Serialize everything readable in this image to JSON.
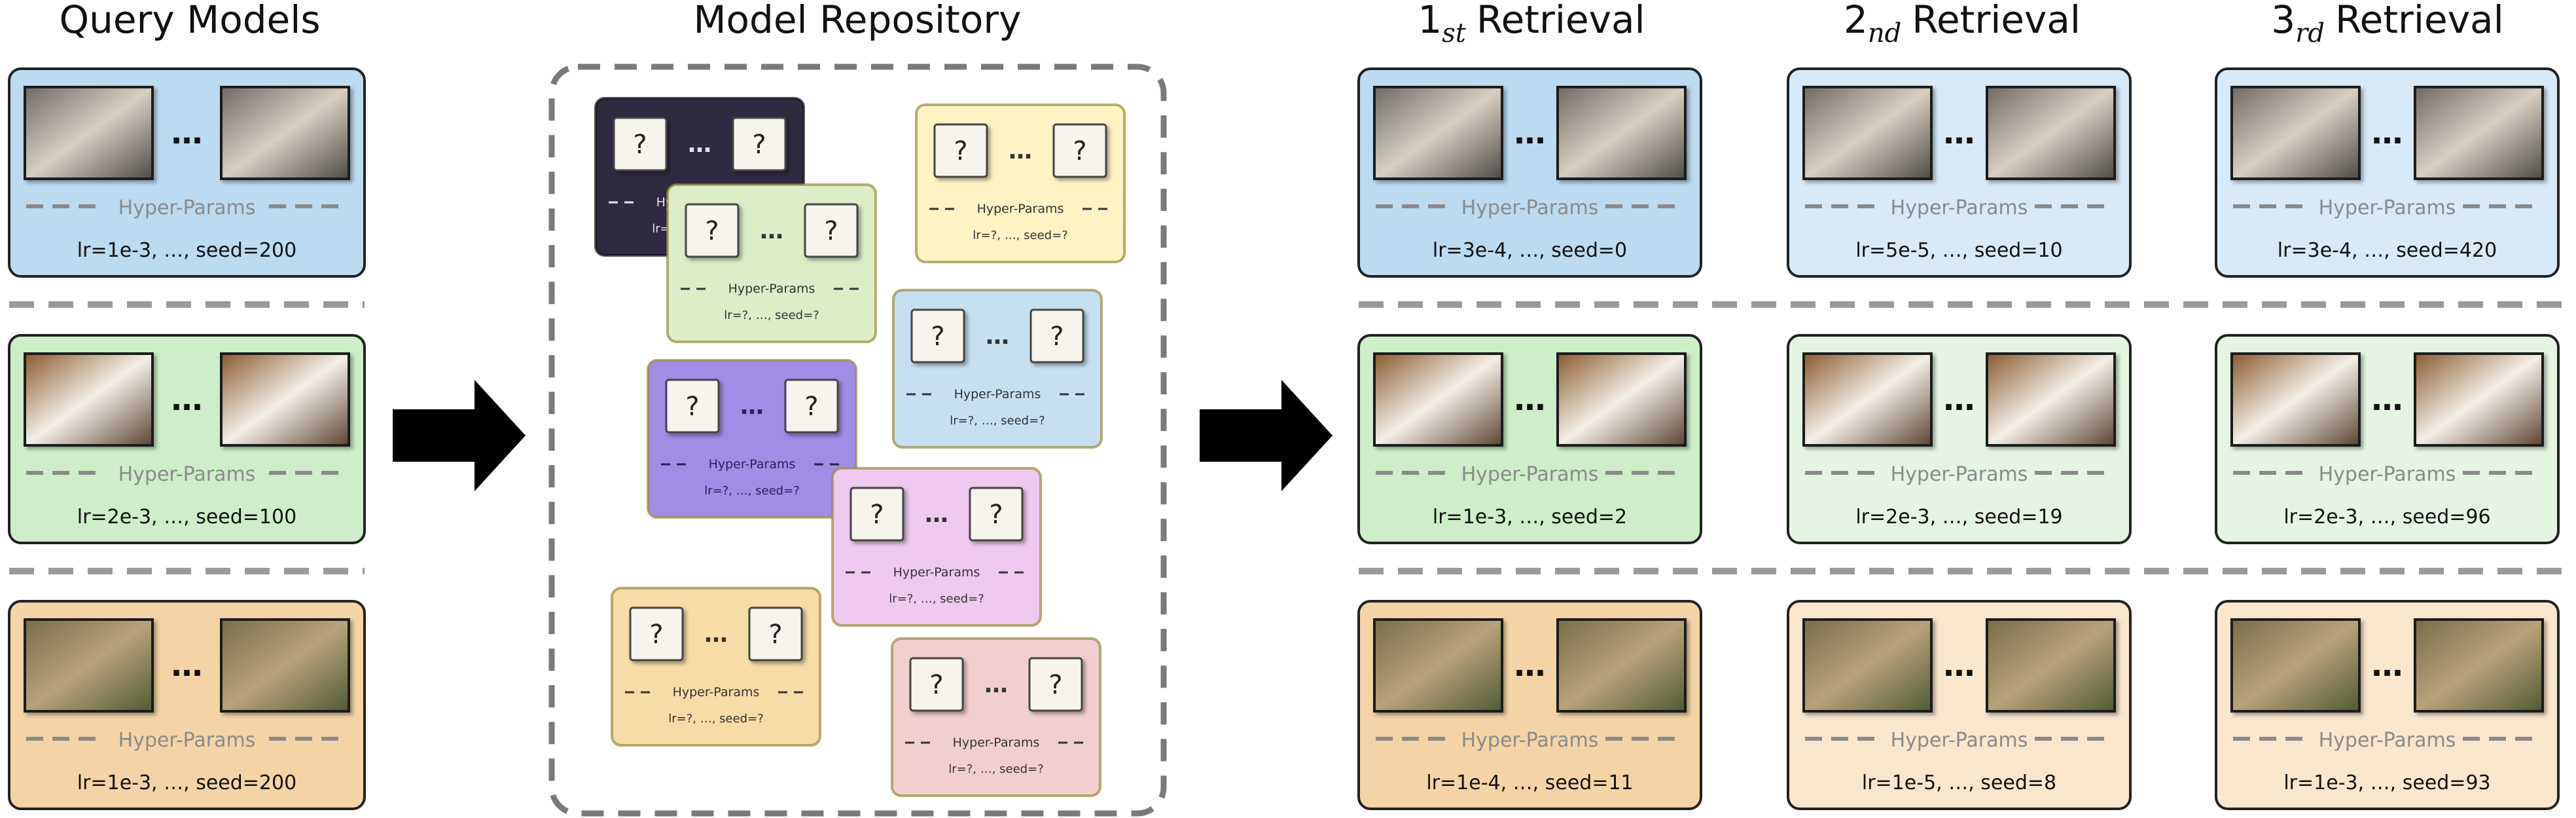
{
  "headers": {
    "query": "Query Models",
    "repo": "Model Repository",
    "r1_num": "1",
    "r1_sub": "st",
    "r1_word": "Retrieval",
    "r2_num": "2",
    "r2_sub": "nd",
    "r2_word": "Retrieval",
    "r3_num": "3",
    "r3_sub": "rd",
    "r3_word": "Retrieval"
  },
  "hyper_label": "Hyper-Params",
  "ellipsis": "…",
  "unknown_mark": "?",
  "colors": {
    "cat": "#bcdaf0",
    "dog": "#cdeec8",
    "coyote": "#f4d4a6",
    "cat_light": "#d8eaf7",
    "dog_light": "#e4f6e1",
    "coyote_light": "#f9e6cd",
    "repo_dark": "#2e2a3f",
    "repo_green": "#dcedc8",
    "repo_yellow": "#fff3c4",
    "repo_blue": "#c6e0f2",
    "repo_purple": "#a18ce6",
    "repo_pink": "#efc9ef",
    "repo_orange": "#f6dca6",
    "repo_red": "#f2cfcf"
  },
  "query_models": [
    {
      "cls": "cat",
      "config": "lr=1e-3, …, seed=200"
    },
    {
      "cls": "dog",
      "config": "lr=2e-3, …, seed=100"
    },
    {
      "cls": "coyote",
      "config": "lr=1e-3, …, seed=200"
    }
  ],
  "repository": [
    {
      "color": "repo_dark",
      "config": "lr=?, …, seed=?"
    },
    {
      "color": "repo_green",
      "config": "lr=?, …, seed=?"
    },
    {
      "color": "repo_yellow",
      "config": "lr=?, …, seed=?"
    },
    {
      "color": "repo_blue",
      "config": "lr=?, …, seed=?"
    },
    {
      "color": "repo_purple",
      "config": "lr=?, …, seed=?"
    },
    {
      "color": "repo_pink",
      "config": "lr=?, …, seed=?"
    },
    {
      "color": "repo_orange",
      "config": "lr=?, …, seed=?"
    },
    {
      "color": "repo_red",
      "config": "lr=?, …, seed=?"
    }
  ],
  "retrievals": [
    [
      {
        "cls": "cat",
        "config": "lr=3e-4, …, seed=0"
      },
      {
        "cls": "cat_light",
        "config": "lr=5e-5, …, seed=10"
      },
      {
        "cls": "cat_light",
        "config": "lr=3e-4, …, seed=420"
      }
    ],
    [
      {
        "cls": "dog",
        "config": "lr=1e-3, …, seed=2"
      },
      {
        "cls": "dog_light",
        "config": "lr=2e-3, …, seed=19"
      },
      {
        "cls": "dog_light",
        "config": "lr=2e-3, …, seed=96"
      }
    ],
    [
      {
        "cls": "coyote",
        "config": "lr=1e-4, …, seed=11"
      },
      {
        "cls": "coyote_light",
        "config": "lr=1e-5, …, seed=8"
      },
      {
        "cls": "coyote_light",
        "config": "lr=1e-3, …, seed=93"
      }
    ]
  ]
}
